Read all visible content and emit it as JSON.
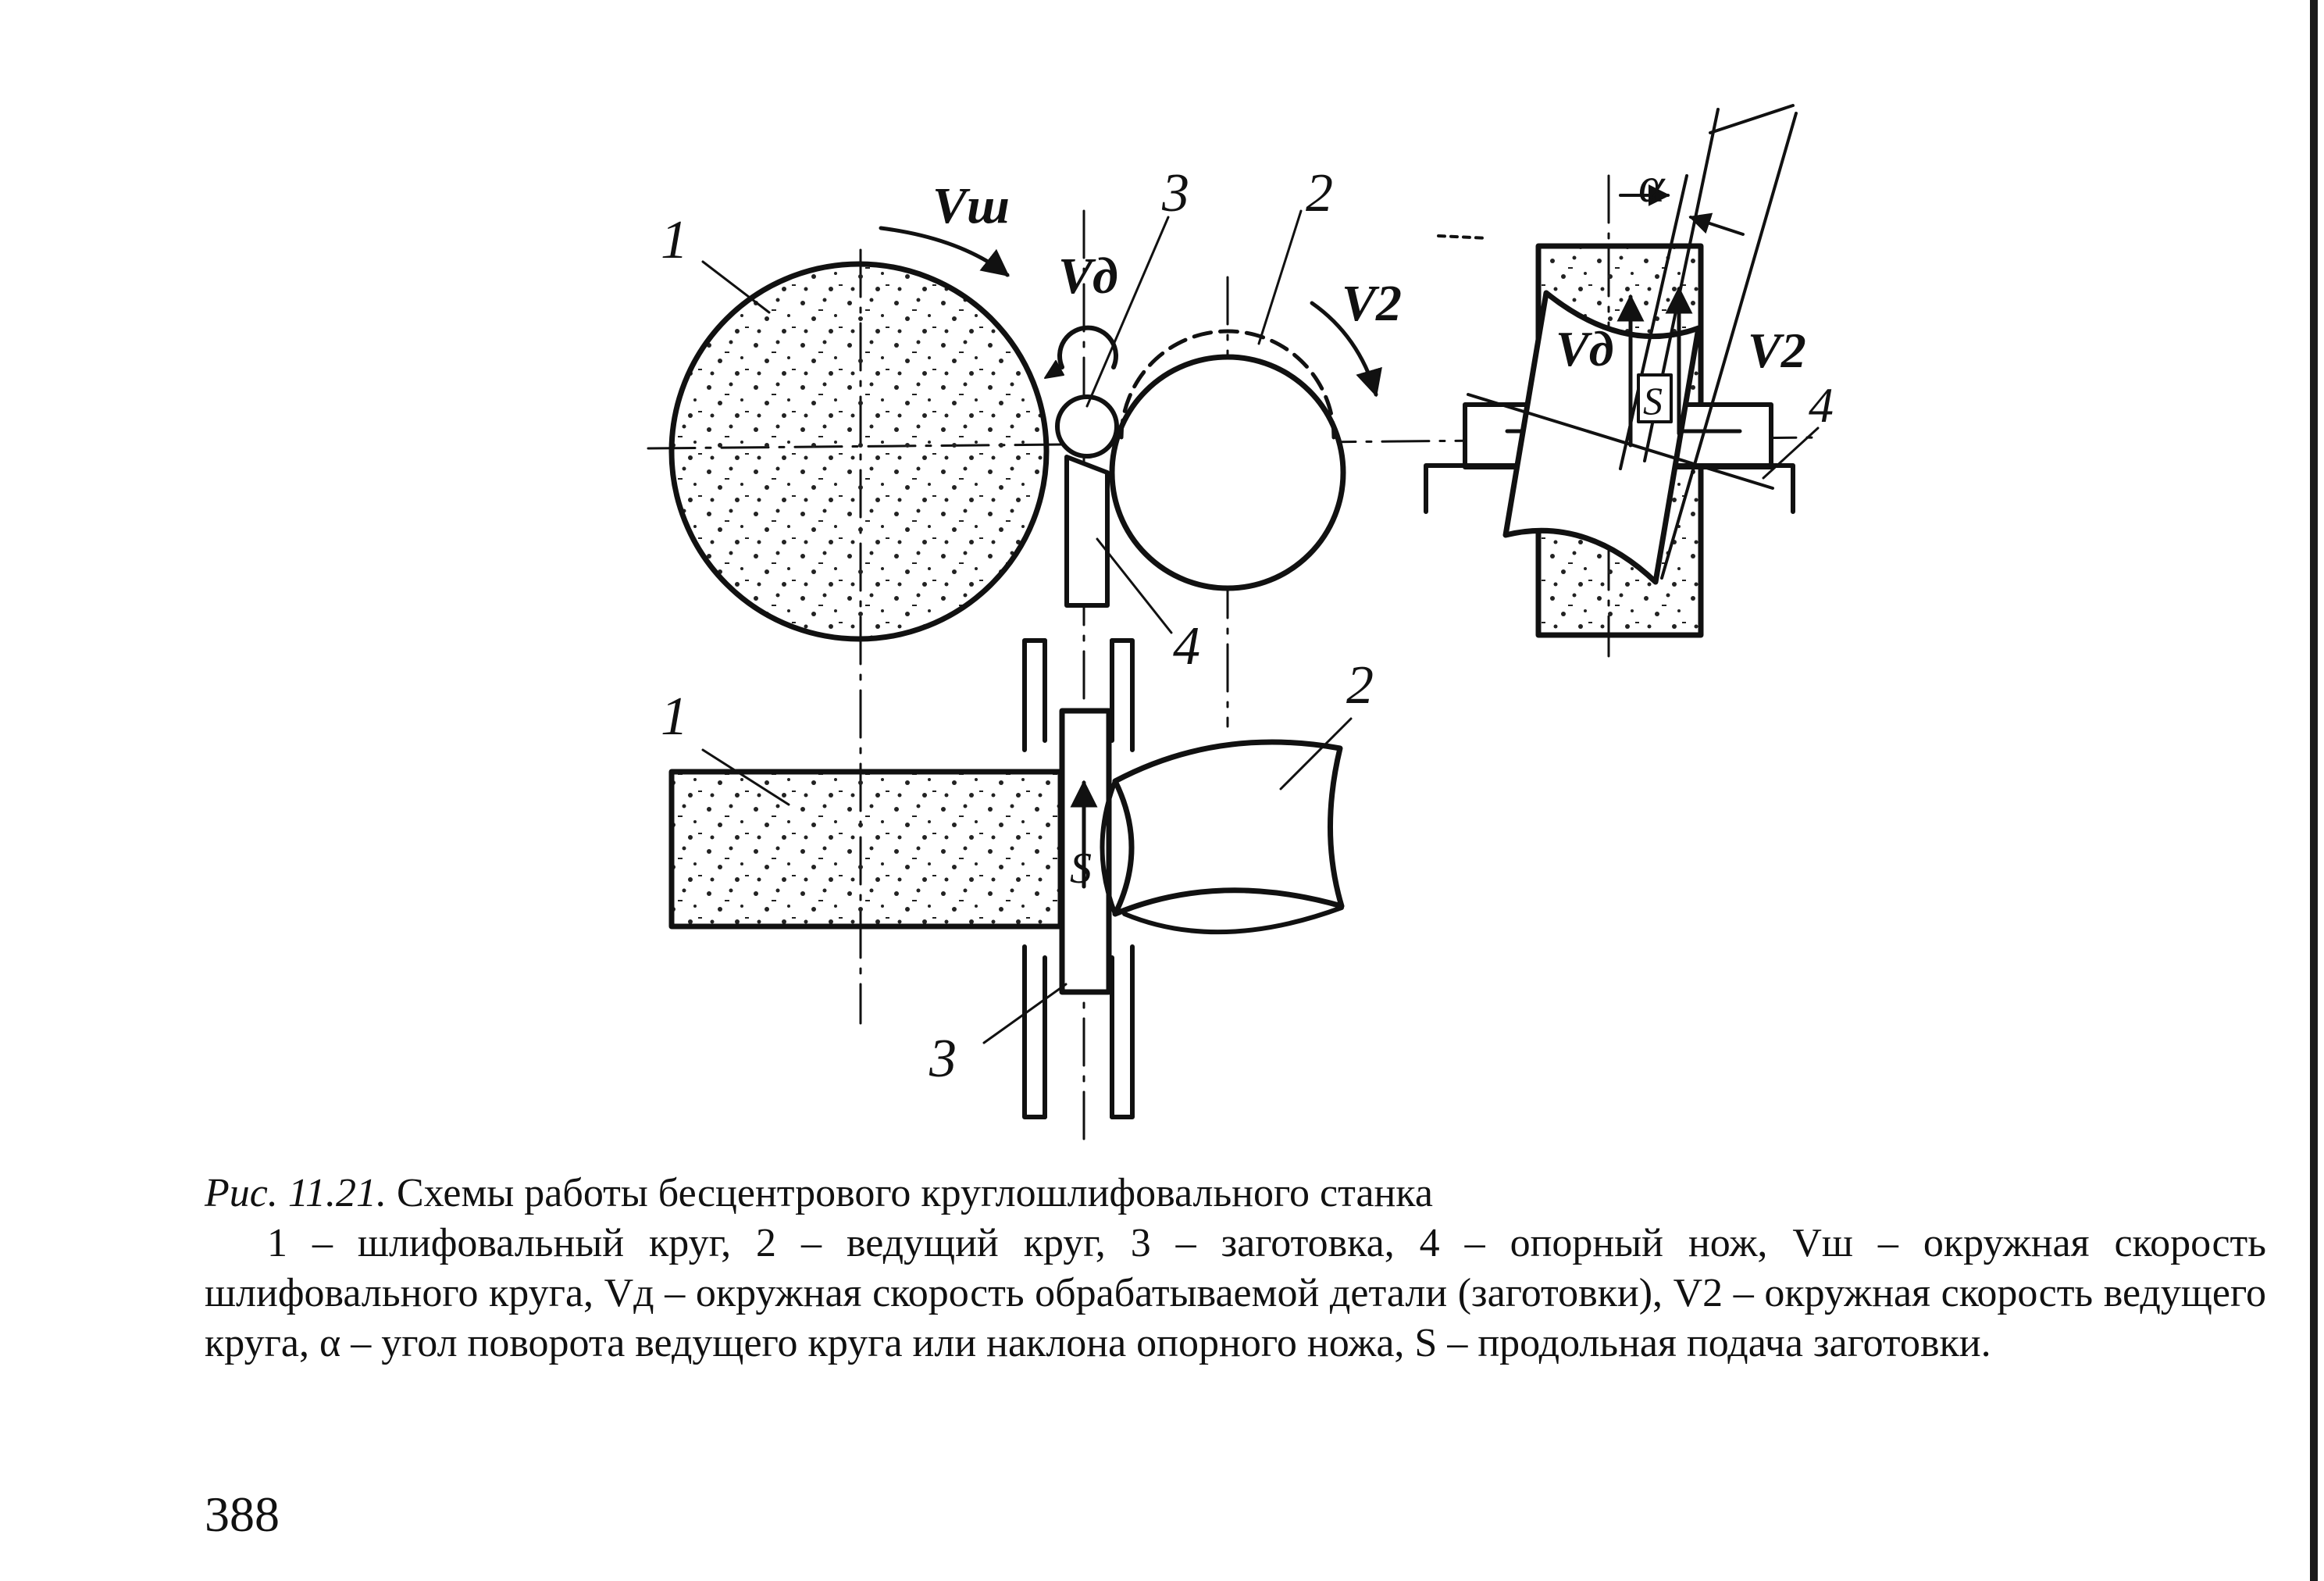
{
  "figure": {
    "labels": {
      "l1a": "1",
      "l2a": "2",
      "l3a": "3",
      "vsh": "Vш",
      "vd": "Vд",
      "v2": "V2",
      "alpha": "α",
      "vd_r": "Vд",
      "v2_r": "V2",
      "s_r": "S",
      "l4_r": "4",
      "l4b": "4",
      "l1b": "1",
      "l2b": "2",
      "s_b": "S",
      "l3b": "3"
    }
  },
  "caption": {
    "fig_ref": "Рис. 11.21.",
    "title": "Схемы работы бесцентрового круглошлифовального станка",
    "legend": "1 – шлифовальный круг, 2 – ведущий круг, 3 – заготовка, 4 – опорный нож, Vш – окружная скорость шлифовального круга, Vд – окружная скорость обрабатываемой детали (заготовки), V2 – окружная скорость ведущего круга, α – угол поворота ведущего круга или наклона опорного ножа, S – продольная подача заготовки."
  },
  "page_number": "388"
}
